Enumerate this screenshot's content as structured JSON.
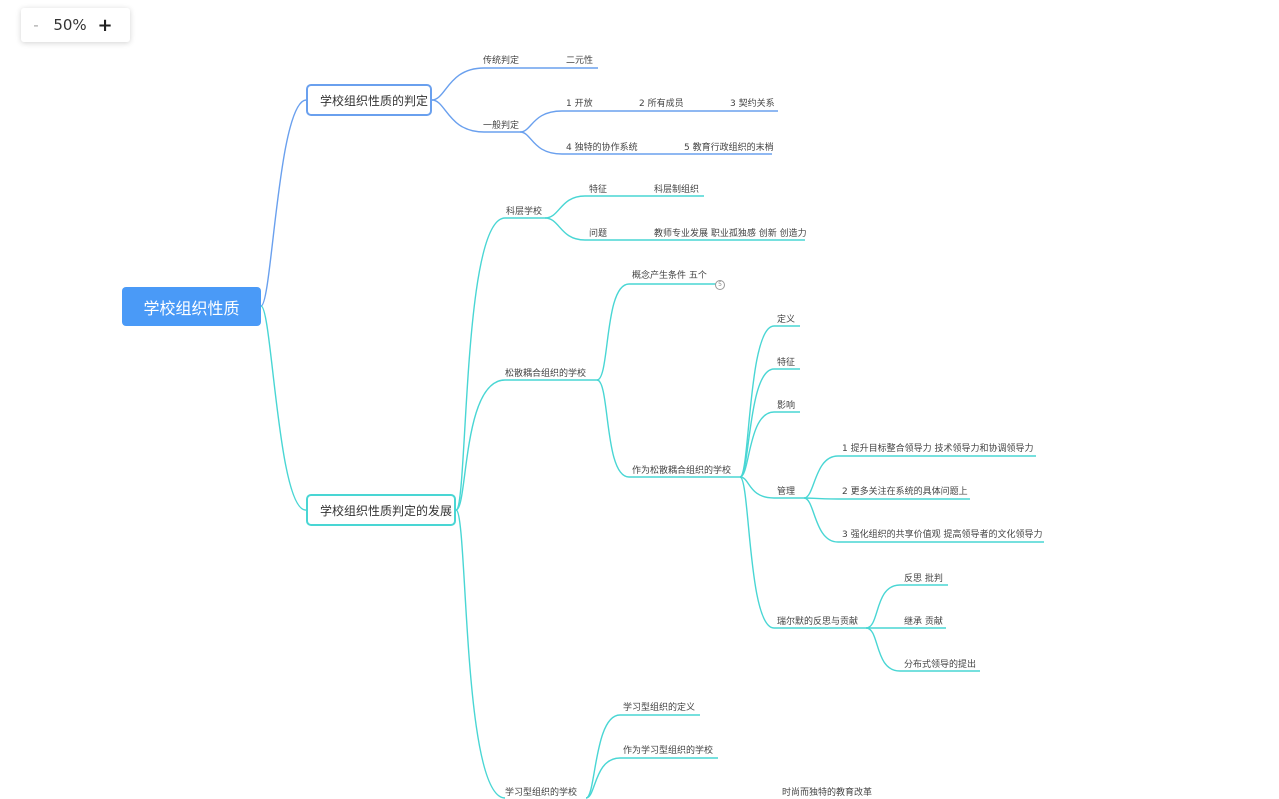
{
  "zoom": {
    "minus": "-",
    "level": "50%",
    "plus": "+"
  },
  "colors": {
    "root": "#4a9af7",
    "branch_blue": "#6aa0ee",
    "branch_teal": "#49d6d4"
  },
  "mindmap": {
    "root": "学校组织性质",
    "judgement": {
      "label": "学校组织性质的判定",
      "traditional": {
        "label": "传统判定",
        "item": "二元性"
      },
      "general": {
        "label": "一般判定",
        "i1": "1 开放",
        "i2": "2 所有成员",
        "i3": "3 契约关系",
        "i4": "4 独特的协作系统",
        "i5": "5 教育行政组织的末梢"
      }
    },
    "development": {
      "label": "学校组织性质判定的发展",
      "bureau": {
        "label": "科层学校",
        "feature": "特征",
        "feature_val": "科层制组织",
        "problem": "问题",
        "problem_val": "教师专业发展 职业孤独感 创新 创造力"
      },
      "loose": {
        "label": "松散耦合组织的学校",
        "concept": "概念产生条件 五个",
        "concept_count": "5",
        "as_loose": "作为松散耦合组织的学校",
        "definition": "定义",
        "feature": "特征",
        "impact": "影响",
        "manage": "管理",
        "m1": "1 提升目标整合领导力 技术领导力和协调领导力",
        "m2": "2 更多关注在系统的具体问题上",
        "m3": "3 强化组织的共享价值观 提高领导者的文化领导力",
        "weick": "瑞尔默的反思与贡献",
        "w1": "反思 批判",
        "w2": "继承 贡献",
        "w3": "分布式领导的提出"
      },
      "learning": {
        "label": "学习型组织的学校",
        "def": "学习型组织的定义",
        "as_learning": "作为学习型组织的学校",
        "reform": "时尚而独特的教育改革"
      }
    }
  }
}
